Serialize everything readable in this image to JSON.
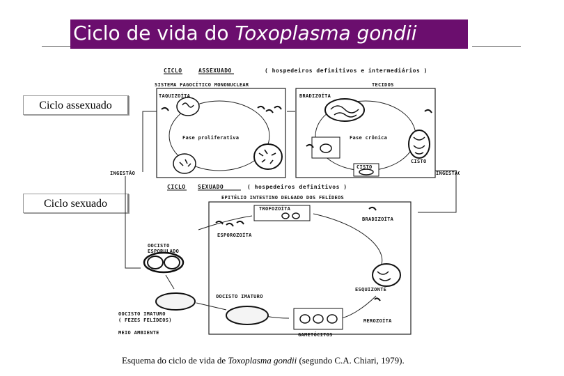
{
  "title": {
    "prefix": "Ciclo de vida do ",
    "species": "Toxoplasma gondii"
  },
  "side_labels": {
    "asexual": "Ciclo assexuado",
    "sexual": "Ciclo sexuado"
  },
  "diagram": {
    "asexual_header": {
      "word1": "CICLO",
      "word2": "ASSEXUADO",
      "hosts": "( hospedeiros definitivos e intermediários )"
    },
    "sistema_fagocitico": "SISTEMA FAGOCÍTICO MONONUCLEAR",
    "tecidos": "TECIDOS",
    "taquizoita": "TAQUIZOÍTA",
    "bradizoita_top": "BRADIZOÍTA",
    "fase_proliferativa": "Fase proliferativa",
    "fase_cronica": "Fase crônica",
    "cisto_label": "CISTO",
    "cisto_small": "CISTO",
    "ingestao_left": "INGESTÃO",
    "ingestao_right": "INGESTÃO",
    "sexual_header": {
      "word1": "CICLO",
      "word2": "SEXUADO",
      "hosts": "( hospedeiros definitivos )"
    },
    "epitelio": "EPITÉLIO INTESTINO DELGADO DOS FELÍDEOS",
    "trofozoita": "TROFOZOÍTA",
    "bradizoita_bottom": "BRADIZOÍTA",
    "esporozoita": "ESPOROZOÍTA",
    "oocisto_esporulado_1": "OOCISTO",
    "oocisto_esporulado_2": "ESPORULADO",
    "esquizonte": "ESQUIZONTE",
    "oocisto_imaturo": "OOCISTO IMATURO",
    "merozoita": "MEROZOÍTA",
    "oocisto_feces_1": "OOCISTO IMATURO",
    "oocisto_feces_2": "( FEZES FELÍDEOS)",
    "meio_ambiente": "MEIO AMBIENTE",
    "gametocitos": "GAMETÓCITOS"
  },
  "caption": {
    "prefix": "Esquema do ciclo de vida de ",
    "species": "Toxoplasma gondii",
    "suffix": " (segundo C.A. Chiari, 1979)."
  },
  "colors": {
    "title_background": "#6b0e6e",
    "title_text": "#ffffff",
    "rule": "#7a7a7a"
  }
}
